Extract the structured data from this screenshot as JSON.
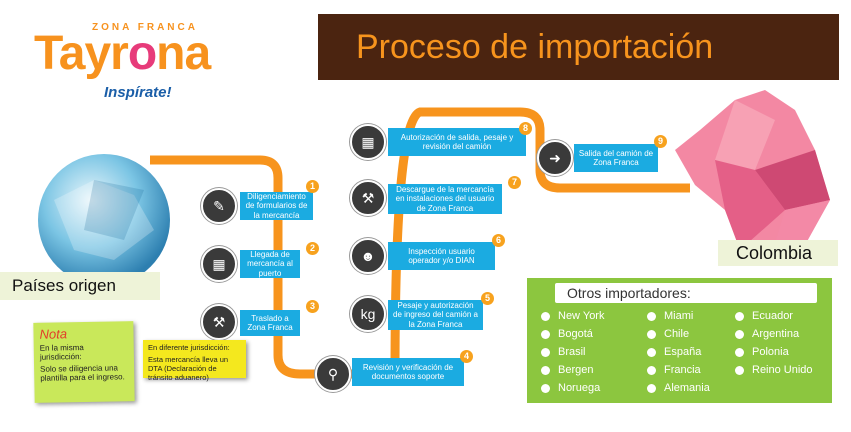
{
  "logo": {
    "zona": "ZONA FRANCA",
    "brand_pre": "Tayr",
    "brand_o": "o",
    "brand_post": "na",
    "tagline": "Inspírate!"
  },
  "title": "Proceso de importación",
  "origin_label": "Países origen",
  "destination_label": "Colombia",
  "steps": [
    {
      "number": "1",
      "text": "Diligenciamiento de formularios de la mercancía"
    },
    {
      "number": "2",
      "text": "Llegada de mercancía al puerto"
    },
    {
      "number": "3",
      "text": "Traslado a Zona Franca"
    },
    {
      "number": "4",
      "text": "Revisión y verificación de documentos soporte"
    },
    {
      "number": "5",
      "text": "Pesaje y autorización de ingreso del camión a la Zona Franca"
    },
    {
      "number": "6",
      "text": "Inspección usuario operador y/o DIAN"
    },
    {
      "number": "7",
      "text": "Descargue de la mercancía en instalaciones del usuario de Zona Franca"
    },
    {
      "number": "8",
      "text": "Autorización de salida, pesaje y revisión del camión"
    },
    {
      "number": "9",
      "text": "Salida del camión de Zona Franca"
    }
  ],
  "note_same": {
    "title": "Nota",
    "heading": "En la misma jurisdicción:",
    "body": "Solo se diligencia una plantilla para el ingreso."
  },
  "note_diff": {
    "heading": "En diferente jurisdicción:",
    "body": "Esta mercancía lleva un DTA (Declaración de tránsito aduanero)"
  },
  "importers": {
    "header": "Otros importadores:",
    "col1": [
      "New York",
      "Bogotá",
      "Brasil",
      "Bergen",
      "Noruega"
    ],
    "col2": [
      "Miami",
      "Chile",
      "España",
      "Francia",
      "Alemania"
    ],
    "col3": [
      "Ecuador",
      "Argentina",
      "Polonia",
      "Reino Unido"
    ]
  },
  "colors": {
    "orange": "#f7941d",
    "blue": "#1babe1",
    "brown": "#4b2410",
    "green": "#8cc63f"
  }
}
